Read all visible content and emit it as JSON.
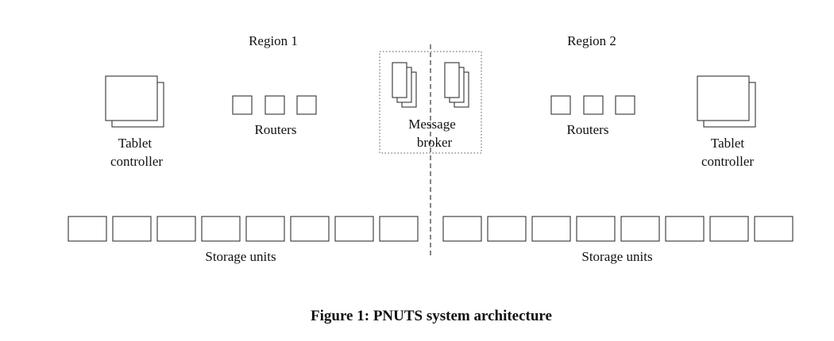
{
  "regions": [
    {
      "title": "Region 1",
      "routers_label": "Routers",
      "controller_label": [
        "Tablet",
        "controller"
      ],
      "storage_label": "Storage units"
    },
    {
      "title": "Region 2",
      "routers_label": "Routers",
      "controller_label": [
        "Tablet",
        "controller"
      ],
      "storage_label": "Storage units"
    }
  ],
  "broker_label": [
    "Message",
    "broker"
  ],
  "caption": "Figure 1: PNUTS system architecture"
}
